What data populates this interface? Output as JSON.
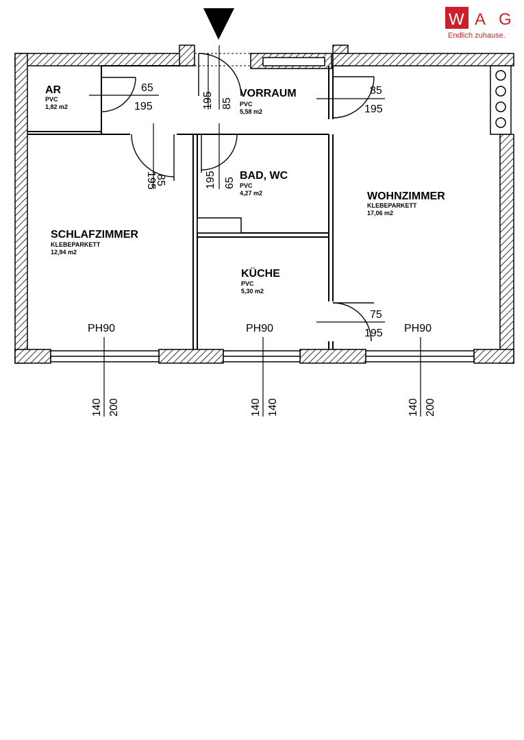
{
  "logo": {
    "letters": [
      "W",
      "A",
      "G"
    ],
    "tagline": "Endlich zuhause.",
    "color": "#cc1f2b"
  },
  "rooms": {
    "ar": {
      "name": "AR",
      "floor": "PVC",
      "area": "1,82 m2"
    },
    "vorraum": {
      "name": "VORRAUM",
      "floor": "PVC",
      "area": "5,58 m2"
    },
    "bad": {
      "name": "BAD, WC",
      "floor": "PVC",
      "area": "4,27 m2"
    },
    "wohnzimmer": {
      "name": "WOHNZIMMER",
      "floor": "KLEBEPARKETT",
      "area": "17,06 m2"
    },
    "schlafzimmer": {
      "name": "SCHLAFZIMMER",
      "floor": "KLEBEPARKETT",
      "area": "12,94 m2"
    },
    "kueche": {
      "name": "KÜCHE",
      "floor": "PVC",
      "area": "5,30 m2"
    }
  },
  "doors": {
    "ar": {
      "width": "65",
      "height": "195"
    },
    "entrance": {
      "height": "195",
      "width": "85"
    },
    "wohnzimmer": {
      "width": "85",
      "height": "195"
    },
    "schlafzimmer": {
      "height": "195",
      "width": "85"
    },
    "bad": {
      "height": "195",
      "width": "65"
    },
    "kueche": {
      "width": "75",
      "height": "195"
    }
  },
  "windows": {
    "schlafzimmer": {
      "ph": "PH90",
      "a": "140",
      "b": "200"
    },
    "kueche": {
      "ph": "PH90",
      "a": "140",
      "b": "140"
    },
    "wohnzimmer": {
      "ph": "PH90",
      "a": "140",
      "b": "200"
    }
  }
}
